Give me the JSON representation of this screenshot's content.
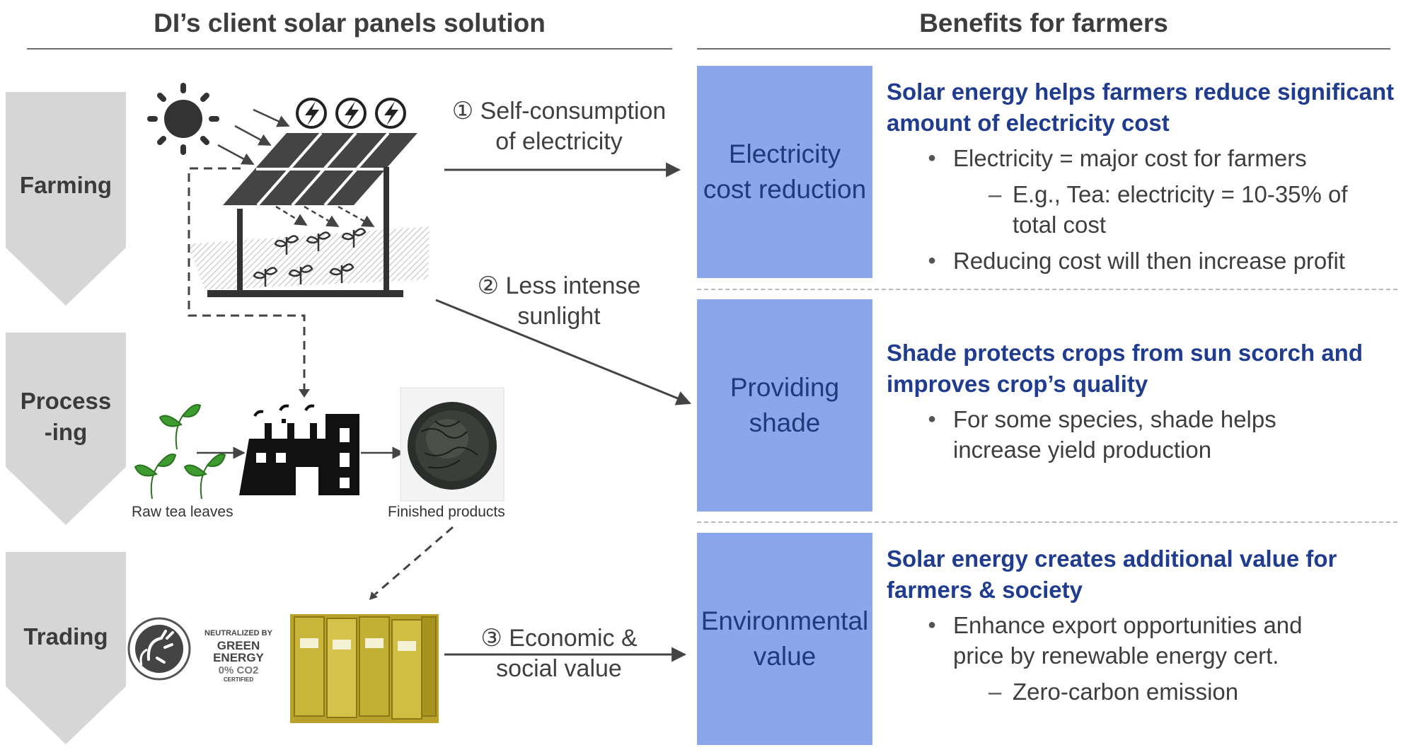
{
  "headers": {
    "left": "DI’s client solar panels solution",
    "right": "Benefits for farmers"
  },
  "stages": {
    "farming": "Farming",
    "processing": "Process\n-ing",
    "trading": "Trading"
  },
  "steps": {
    "s1_num": "①",
    "s1_text": "Self-consumption\nof electricity",
    "s2_num": "②",
    "s2_text": "Less intense\nsunlight",
    "s3_num": "③",
    "s3_text": "Economic &\nsocial value"
  },
  "captions": {
    "raw": "Raw tea leaves",
    "finished": "Finished products"
  },
  "badge": {
    "line1": "NEUTRALIZED BY",
    "line2": "GREEN ENERGY",
    "line3": "0% CO2",
    "line4": "CERTIFIED"
  },
  "benefits": [
    {
      "box_label": "Electricity\ncost reduction",
      "title": "Solar energy helps farmers reduce significant amount of electricity cost",
      "items": [
        {
          "level": 1,
          "text": "Electricity = major cost for farmers"
        },
        {
          "level": 2,
          "text": "E.g., Tea: electricity = 10-35% of total cost"
        },
        {
          "level": 1,
          "text": "Reducing cost will then increase profit"
        }
      ]
    },
    {
      "box_label": "Providing\nshade",
      "title": "Shade protects crops from sun scorch and improves crop’s quality",
      "items": [
        {
          "level": 1,
          "text": "For some species, shade helps increase yield production"
        }
      ]
    },
    {
      "box_label": "Environmental\nvalue",
      "title": "Solar energy creates additional value for farmers & society",
      "items": [
        {
          "level": 1,
          "text": "Enhance export opportunities and price by renewable energy cert."
        },
        {
          "level": 2,
          "text": "Zero-carbon emission"
        }
      ]
    }
  ],
  "colors": {
    "box_fill": "#89a7ea",
    "title_blue": "#1f3c8f",
    "stage_arrow": "#d6d6d6",
    "icon_dark": "#333333"
  }
}
